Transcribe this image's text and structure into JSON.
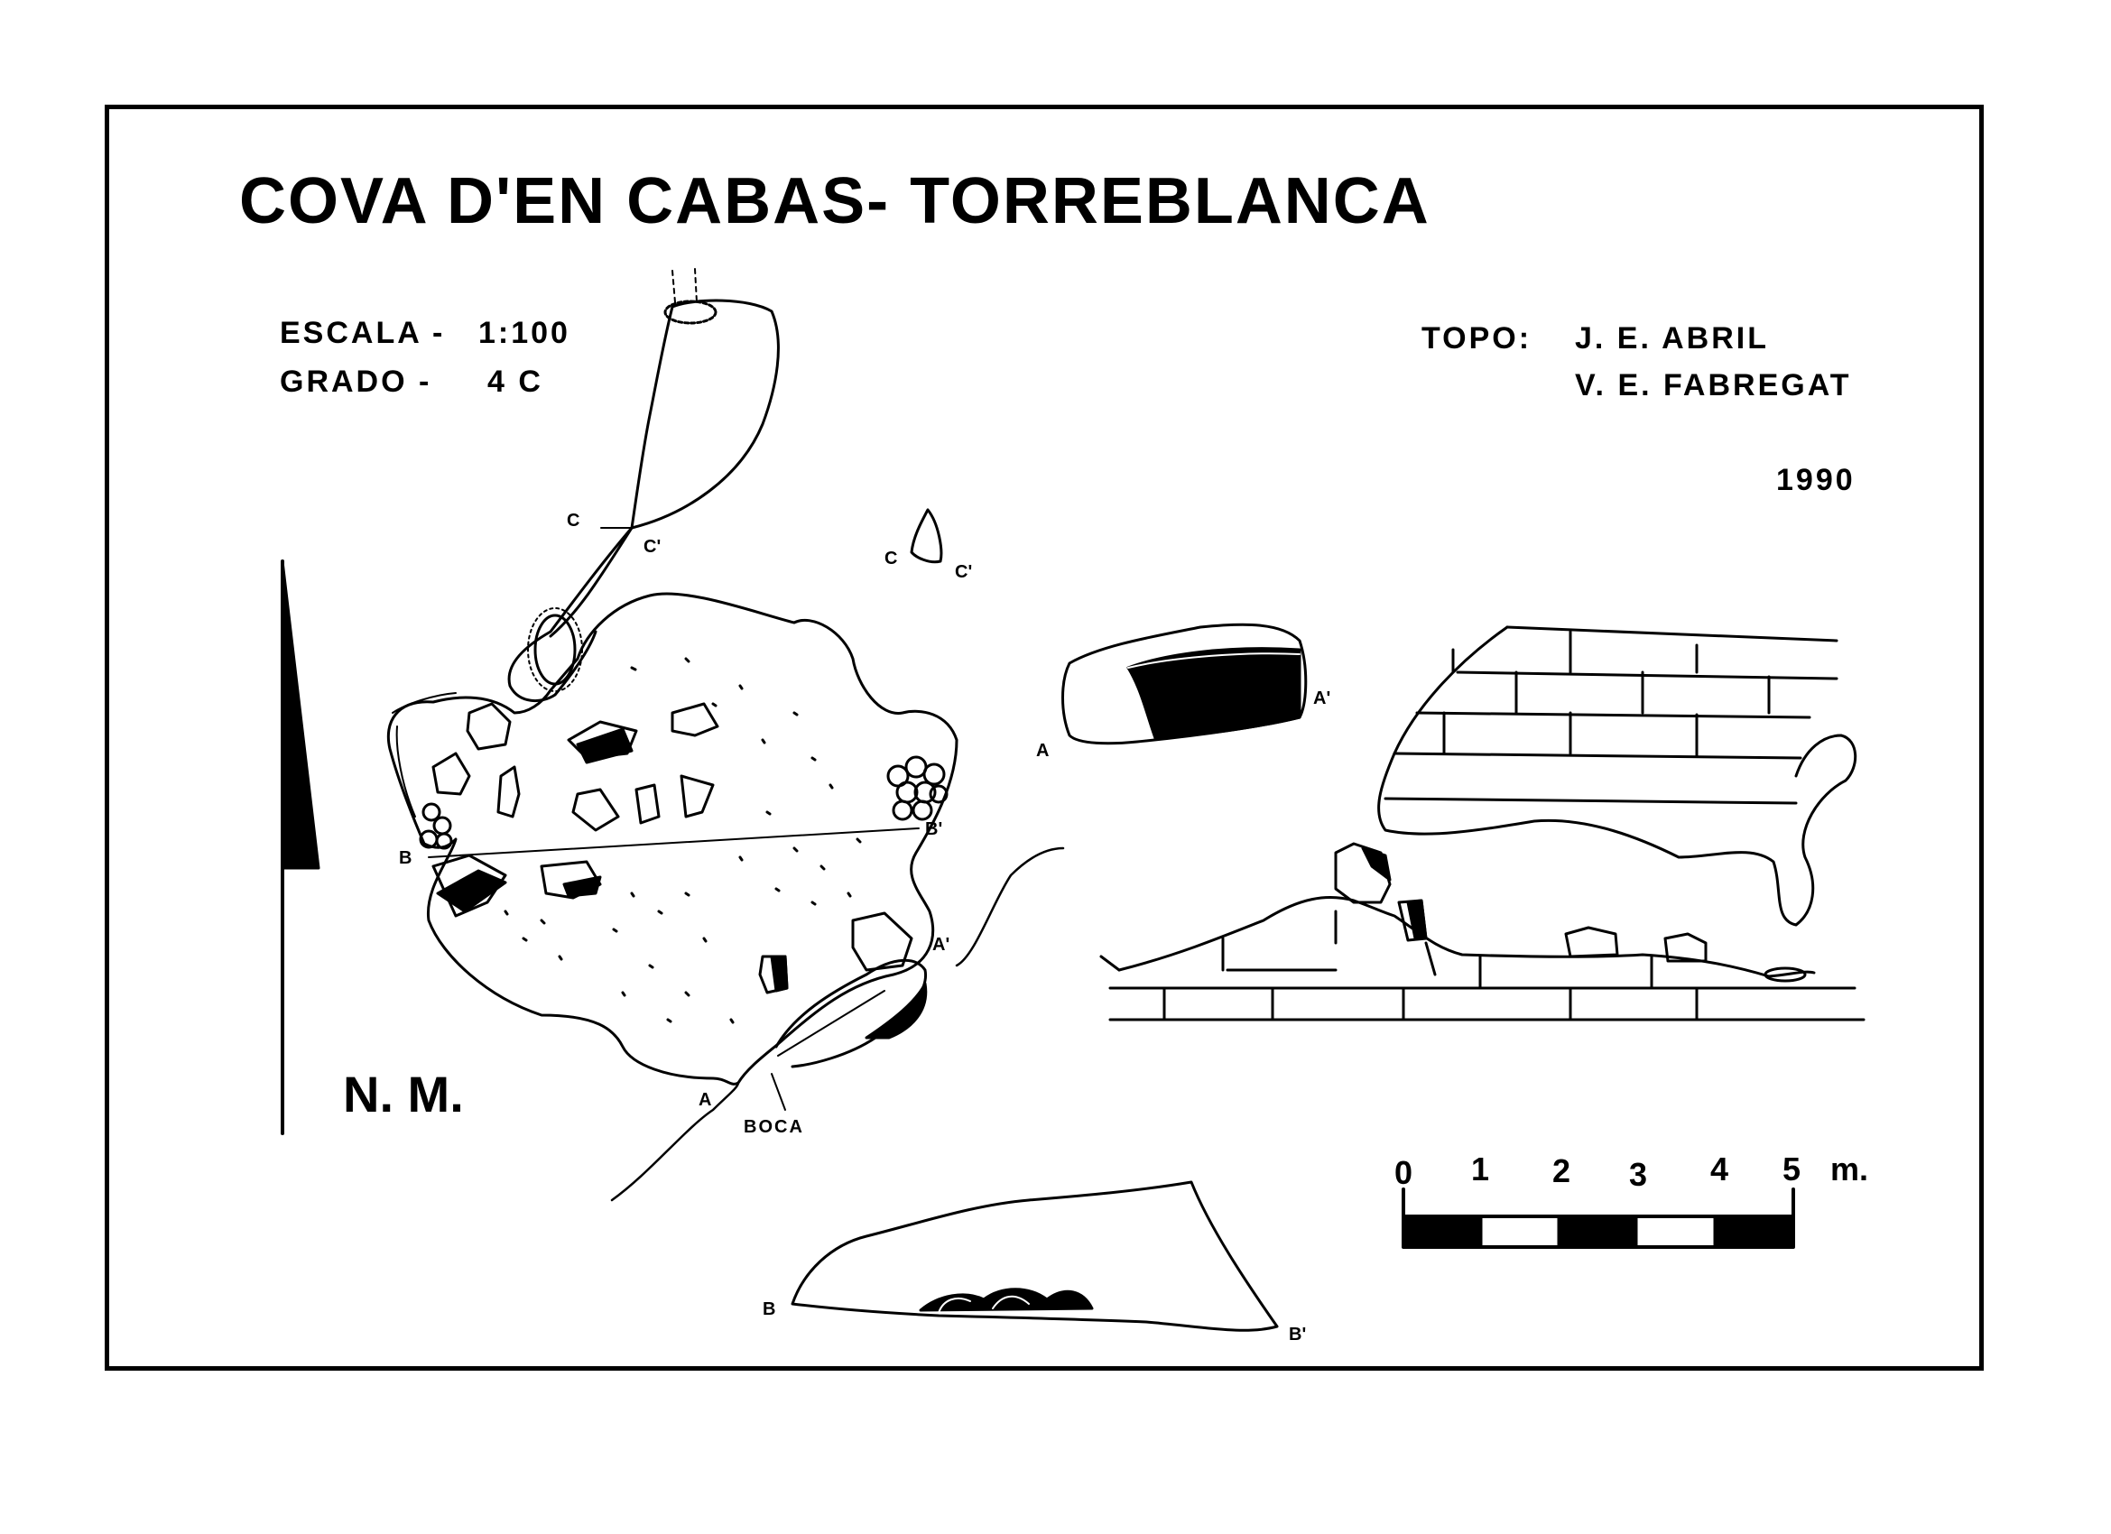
{
  "map": {
    "title": "COVA D'EN CABAS- TORREBLANCA",
    "escala_label": "ESCALA -",
    "escala_value": "1:100",
    "grado_label": "GRADO -",
    "grado_value": "4 C",
    "topo_label": "TOPO:",
    "authors": [
      "J. E. ABRIL",
      "V. E. FABREGAT"
    ],
    "year": "1990",
    "north_label": "N. M.",
    "entrance_label": "BOCA",
    "section_labels": {
      "a": "A",
      "a_prime": "A'",
      "b": "B",
      "b_prime": "B'",
      "c": "C",
      "c_prime": "C'"
    },
    "scale_bar": {
      "ticks": [
        "0",
        "1",
        "2",
        "3",
        "4",
        "5"
      ],
      "unit": "m."
    },
    "ink_color": "#000000",
    "paper_color": "#ffffff"
  }
}
